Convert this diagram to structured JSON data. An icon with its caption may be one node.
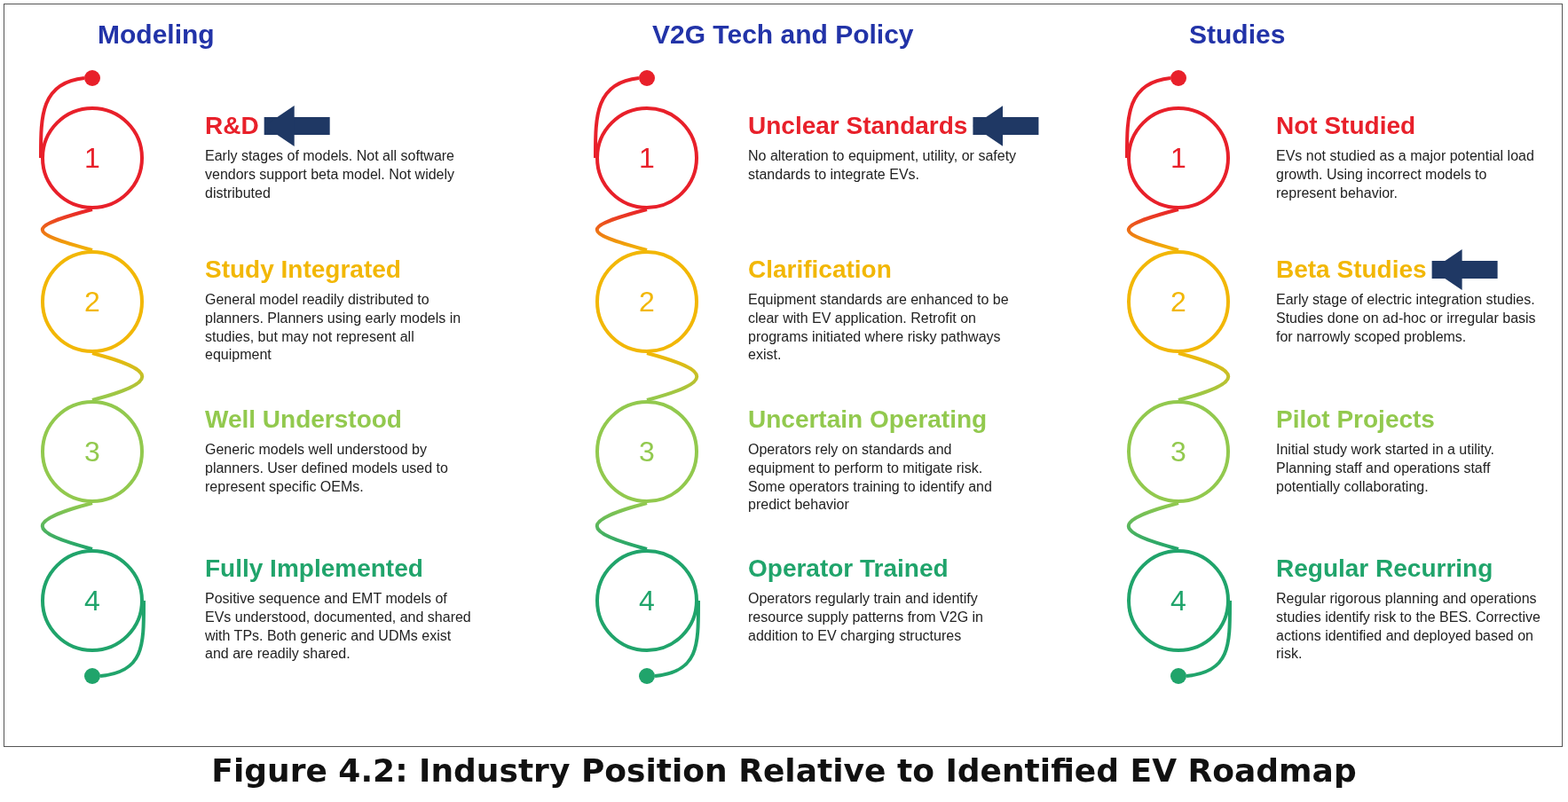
{
  "diagram": {
    "caption": "Figure 4.2: Industry Position Relative to Identified EV Roadmap",
    "labels": [
      "Modeling",
      "V2G Tech and Policy",
      "Studies"
    ],
    "nodes": [
      {
        "text": [],
        "shape": "circle"
      },
      {
        "text": [
          "1"
        ]
      },
      {
        "text": [
          "R&D",
          "Early stages of models. Not all software vendors support beta model. Not widely distributed"
        ]
      },
      {
        "text": [
          "2"
        ]
      },
      {
        "text": [
          "Study Integrated",
          "General model readily distributed to planners. Planners using early models in studies, but may not represent all equipment"
        ]
      },
      {
        "text": [
          "3"
        ]
      },
      {
        "text": [
          "Well Understood",
          "Generic models well understood by planners. User defined models used to represent specific OEMs."
        ]
      },
      {
        "text": [
          "4"
        ]
      },
      {
        "text": [
          "Fully Implemented",
          "Positive sequence and EMT models of EVs understood, documented, and shared with TPs. Both generic and UDMs exist and are readily shared."
        ]
      },
      {
        "text": [],
        "shape": "circle"
      },
      {
        "text": [],
        "shape": "circle"
      },
      {
        "text": [
          "1"
        ]
      },
      {
        "text": [
          "Unclear Standards",
          "No alteration to equipment, utility, or safety standards to integrate EVs."
        ]
      },
      {
        "text": [
          "2"
        ]
      },
      {
        "text": [
          "Clarification",
          "Equipment standards are enhanced to be clear with EV application. Retrofit on programs initiated where risky pathways exist."
        ]
      },
      {
        "text": [
          "3"
        ]
      },
      {
        "text": [
          "Uncertain Operating",
          "Operators rely on standards and equipment to perform to mitigate risk. Some operators training to identify and predict behavior"
        ]
      },
      {
        "text": [
          "4"
        ]
      },
      {
        "text": [
          "Operator Trained",
          "Operators regularly train and identify resource supply patterns from V2G in addition to EV charging structures"
        ]
      },
      {
        "text": [],
        "shape": "circle"
      },
      {
        "text": [],
        "shape": "circle"
      },
      {
        "text": [
          "1"
        ]
      },
      {
        "text": [
          "Not Studied",
          "EVs not studied as a major potential load growth. Using incorrect models to represent behavior."
        ]
      },
      {
        "text": [
          "2"
        ]
      },
      {
        "text": [
          "Beta Studies",
          "Early stage of electric integration studies. Studies done on ad-hoc or irregular basis for narrowly scoped problems."
        ]
      },
      {
        "text": [
          "3"
        ]
      },
      {
        "text": [
          "Pilot Projects",
          "Initial study work started in a utility. Planning staff and operations staff potentially collaborating."
        ]
      },
      {
        "text": [
          "4"
        ]
      },
      {
        "text": [
          "Regular Recurring",
          "Regular rigorous planning and operations studies identify risk to the BES. Corrective actions identified and deployed based on risk."
        ]
      },
      {
        "text": [],
        "shape": "circle"
      }
    ],
    "edges": [
      {
        "from": 0,
        "to": 1,
        "arrow": "none"
      },
      {
        "from": 1,
        "to": 3,
        "arrow": "none"
      },
      {
        "from": 3,
        "to": 5,
        "arrow": "none"
      },
      {
        "from": 5,
        "to": 7,
        "arrow": "none"
      },
      {
        "from": 7,
        "to": 9,
        "arrow": "none"
      },
      {
        "from": 10,
        "to": 11,
        "arrow": "none"
      },
      {
        "from": 11,
        "to": 13,
        "arrow": "none"
      },
      {
        "from": 13,
        "to": 15,
        "arrow": "none"
      },
      {
        "from": 15,
        "to": 17,
        "arrow": "none"
      },
      {
        "from": 17,
        "to": 19,
        "arrow": "none"
      },
      {
        "from": 20,
        "to": 21,
        "arrow": "none"
      },
      {
        "from": 21,
        "to": 23,
        "arrow": "none"
      },
      {
        "from": 23,
        "to": 25,
        "arrow": "none"
      },
      {
        "from": 25,
        "to": 27,
        "arrow": "none"
      },
      {
        "from": 27,
        "to": 29,
        "arrow": "none"
      },
      {
        "from": null,
        "to": 2,
        "arrow": "to",
        "color": "#1f3864"
      },
      {
        "from": null,
        "to": 12,
        "arrow": "to",
        "color": "#1f3864"
      },
      {
        "from": null,
        "to": 24,
        "arrow": "to",
        "color": "#1f3864"
      }
    ]
  }
}
